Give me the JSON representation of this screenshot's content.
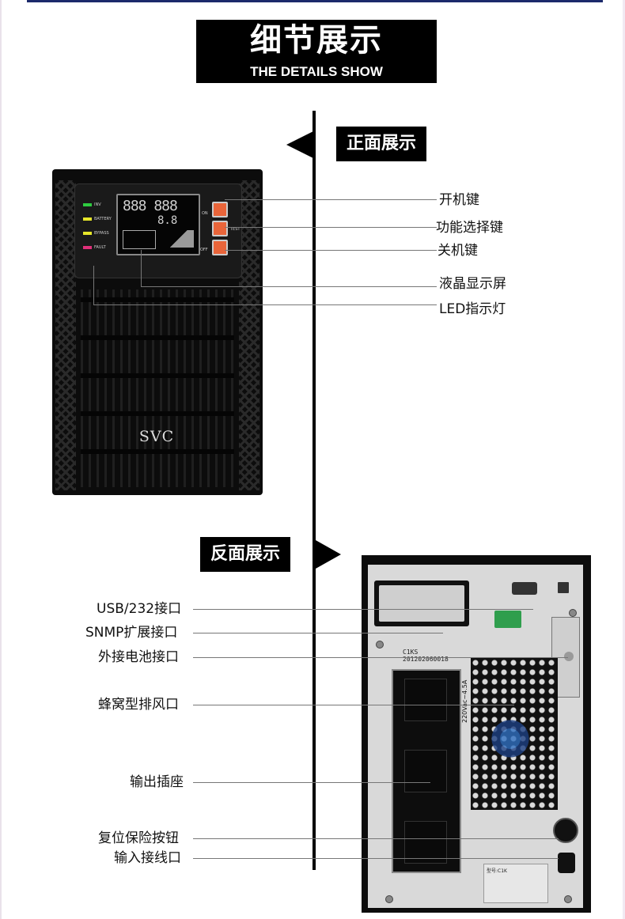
{
  "banner": {
    "title_cn": "细节展示",
    "title_en": "THE DETAILS SHOW"
  },
  "front": {
    "tag": "正面展示",
    "labels": [
      "开机键",
      "功能选择键",
      "关机键",
      "液晶显示屏",
      "LED指示灯"
    ],
    "panel": {
      "leds": [
        {
          "label": "INV",
          "color": "#2ecc40"
        },
        {
          "label": "BATTERY",
          "color": "#e6e62a"
        },
        {
          "label": "BYPASS",
          "color": "#e6e62a"
        },
        {
          "label": "FAULT",
          "color": "#e0307a"
        }
      ],
      "lcd_top": "888 888",
      "lcd_mid": "8.8",
      "buttons": [
        "ON",
        "TEST",
        "OFF"
      ]
    },
    "logo": "SVC"
  },
  "back": {
    "tag": "反面展示",
    "labels": [
      "USB/232接口",
      "SNMP扩展接口",
      "外接电池接口",
      "蜂窝型排风口",
      "输出插座",
      "复位保险按钮",
      "输入接线口"
    ],
    "model": "C1KS",
    "serial": "201202060018",
    "outlet_label": "220Vac~4.5A",
    "label_plate_title": "型号:C1K"
  }
}
